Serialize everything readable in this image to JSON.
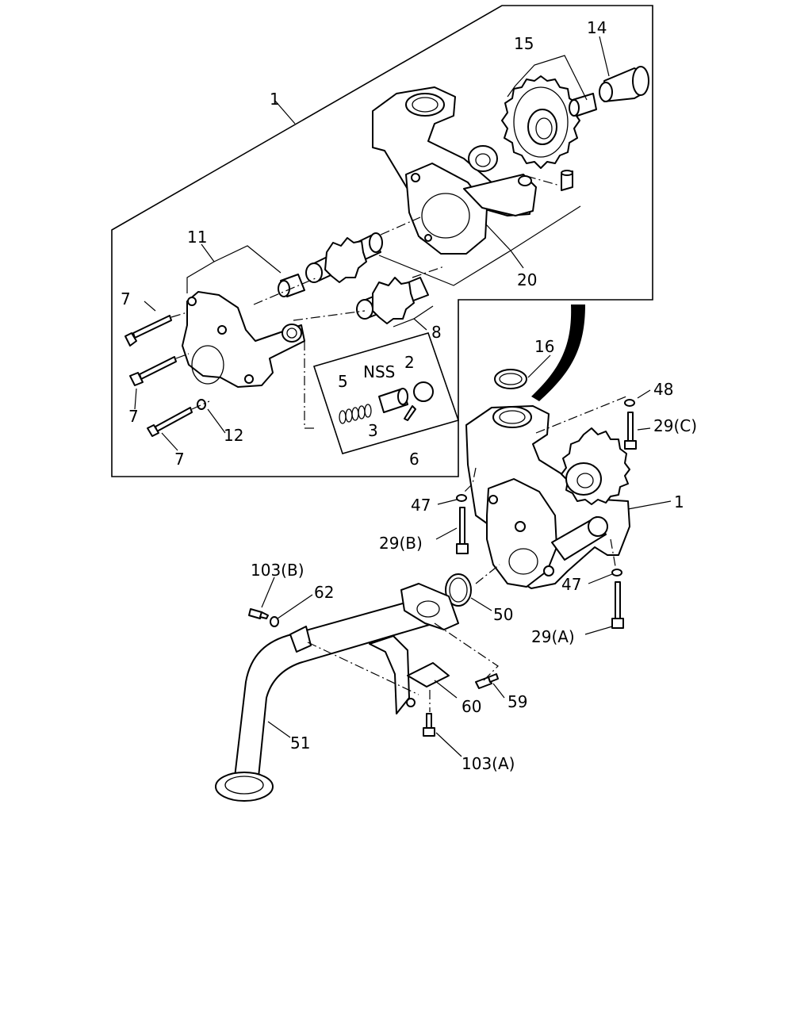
{
  "labels": {
    "l1_top": "1",
    "l14": "14",
    "l15": "15",
    "l20": "20",
    "l11": "11",
    "l7_a": "7",
    "l7_b": "7",
    "l7_c": "7",
    "l8": "8",
    "l12": "12",
    "l5": "5",
    "lNSS": "NSS",
    "l2": "2",
    "l3": "3",
    "l6": "6",
    "l16": "16",
    "l48": "48",
    "l29C": "29(C)",
    "l1_side": "1",
    "l47_a": "47",
    "l29B": "29(B)",
    "l47_b": "47",
    "l103B": "103(B)",
    "l62": "62",
    "l50": "50",
    "l29A": "29(A)",
    "l59": "59",
    "l60": "60",
    "l51": "51",
    "l103A": "103(A)"
  }
}
